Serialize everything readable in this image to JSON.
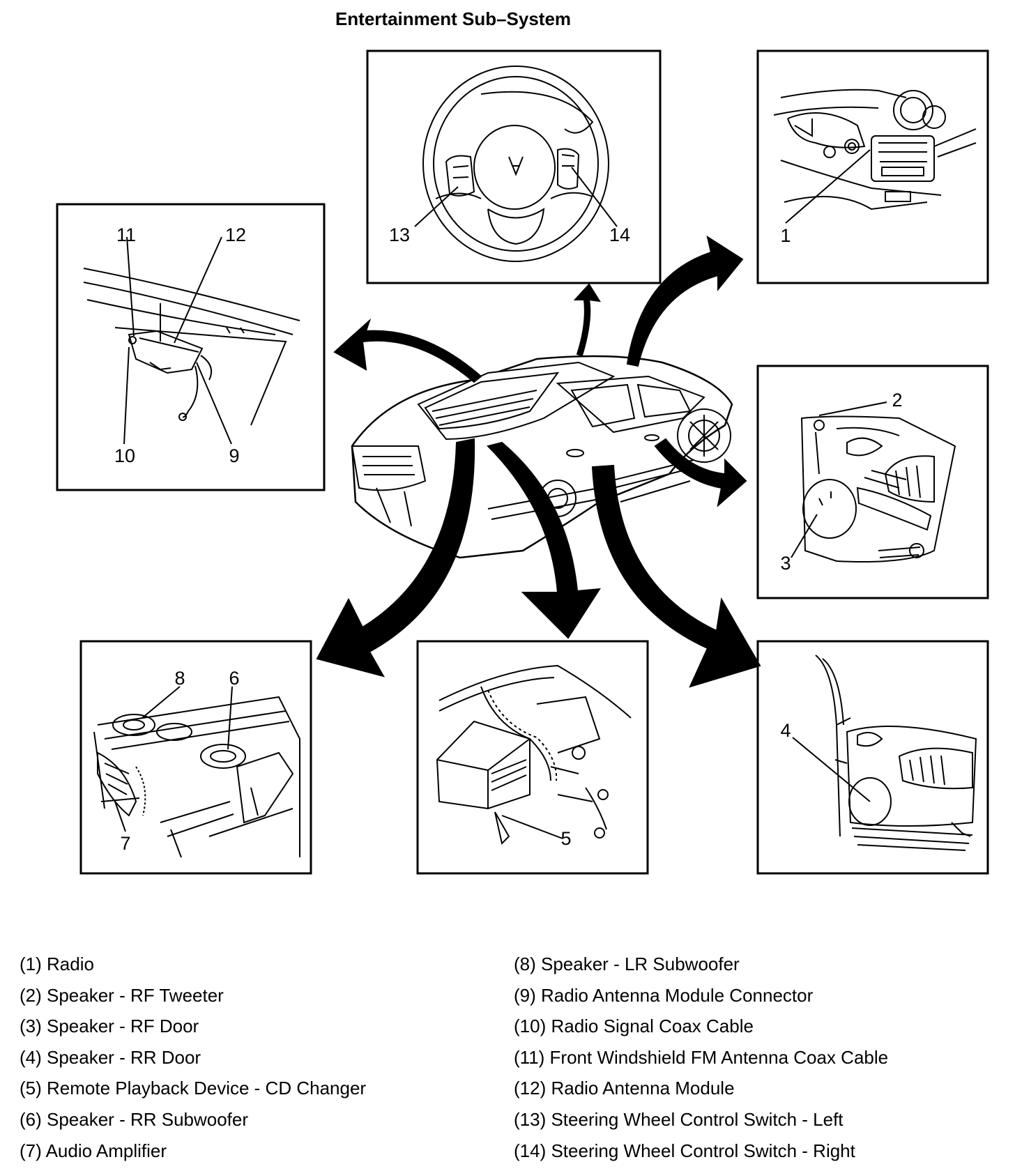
{
  "title": "Entertainment Sub–System",
  "callouts": {
    "c1": "1",
    "c2": "2",
    "c3": "3",
    "c4": "4",
    "c5": "5",
    "c6": "6",
    "c7": "7",
    "c8": "8",
    "c9": "9",
    "c10": "10",
    "c11": "11",
    "c12": "12",
    "c13": "13",
    "c14": "14"
  },
  "legend": {
    "left": [
      "(1) Radio",
      "(2) Speaker - RF Tweeter",
      "(3) Speaker - RF Door",
      "(4) Speaker - RR Door",
      "(5) Remote Playback Device - CD Changer",
      "(6) Speaker - RR Subwoofer",
      "(7) Audio Amplifier"
    ],
    "right": [
      "(8) Speaker - LR Subwoofer",
      "(9) Radio Antenna Module Connector",
      "(10) Radio Signal Coax Cable",
      "(11) Front Windshield FM Antenna Coax Cable",
      "(12) Radio Antenna Module",
      "(13) Steering Wheel Control Switch - Left",
      "(14) Steering Wheel Control Switch - Right"
    ]
  }
}
